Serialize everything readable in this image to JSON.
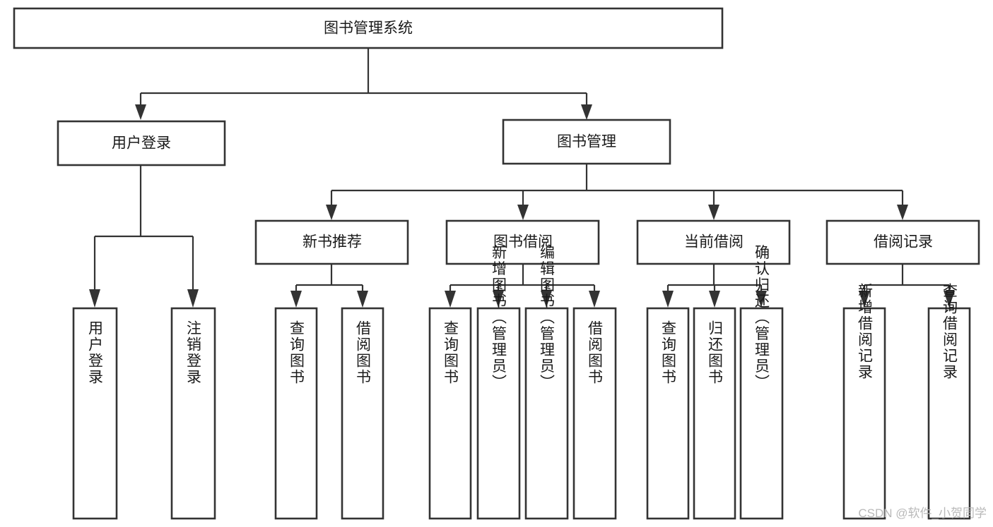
{
  "diagram": {
    "type": "tree-hierarchy",
    "title": "图书管理系统",
    "watermark": "CSDN @软件_小贺同学",
    "colors": {
      "background": "#ffffff",
      "box_stroke": "#333333",
      "box_fill": "#ffffff",
      "text": "#1a1a1a",
      "watermark": "#b9b9b9"
    },
    "levels": {
      "root": {
        "label": "图书管理系统"
      },
      "level2": [
        {
          "label": "用户登录"
        },
        {
          "label": "图书管理"
        }
      ],
      "level3": [
        {
          "label": "新书推荐"
        },
        {
          "label": "图书借阅"
        },
        {
          "label": "当前借阅"
        },
        {
          "label": "借阅记录"
        }
      ]
    },
    "nodes": {
      "root": "图书管理系统",
      "user_login": "用户登录",
      "book_manage": "图书管理",
      "new_book_rec": "新书推荐",
      "book_borrow": "图书借阅",
      "current_borrow": "当前借阅",
      "borrow_record": "借阅记录",
      "leaf_user_login": "用户登录",
      "leaf_logout": "注销登录",
      "leaf_query_book_1": "查询图书",
      "leaf_borrow_book_1": "借阅图书",
      "leaf_query_book_2": "查询图书",
      "leaf_add_book_admin": "新增图书（管理员）",
      "leaf_edit_book_admin": "编辑图书（管理员）",
      "leaf_borrow_book_2": "借阅图书",
      "leaf_query_book_3": "查询图书",
      "leaf_return_book": "归还图书",
      "leaf_confirm_return_admin": "确认归还（管理员）",
      "leaf_add_record": "新增借阅记录",
      "leaf_query_record": "查询借阅记录"
    }
  }
}
